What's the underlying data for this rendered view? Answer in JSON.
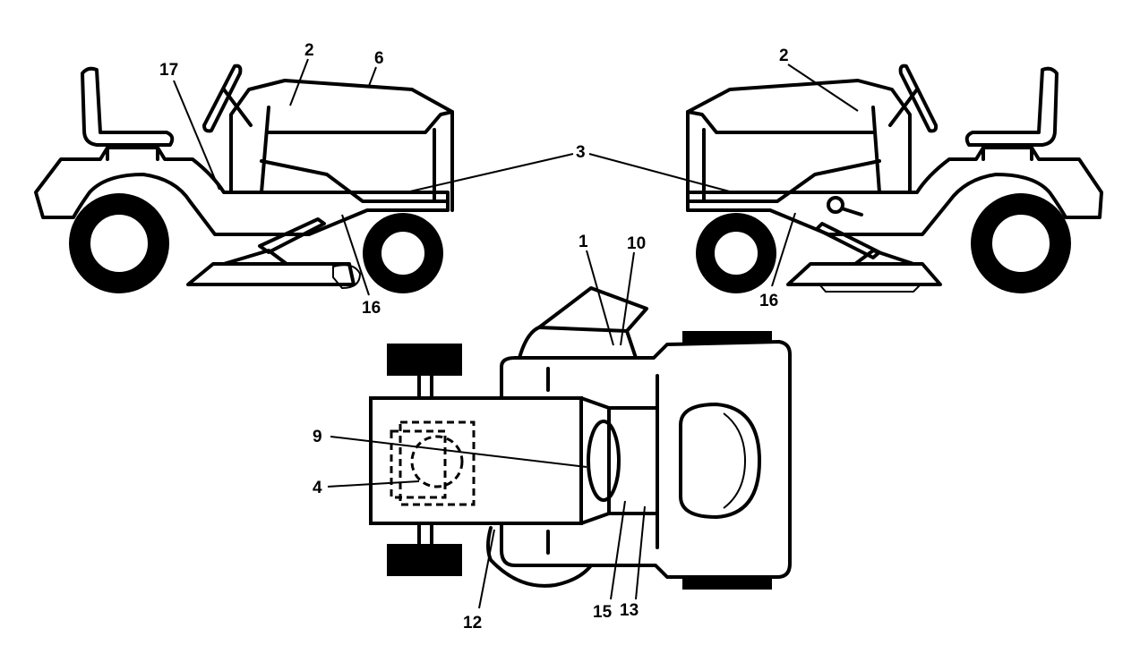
{
  "callouts": {
    "c1": "1",
    "c2a": "2",
    "c2b": "2",
    "c3": "3",
    "c4": "4",
    "c6": "6",
    "c9": "9",
    "c10": "10",
    "c12": "12",
    "c13": "13",
    "c15": "15",
    "c16a": "16",
    "c16b": "16",
    "c17": "17"
  }
}
